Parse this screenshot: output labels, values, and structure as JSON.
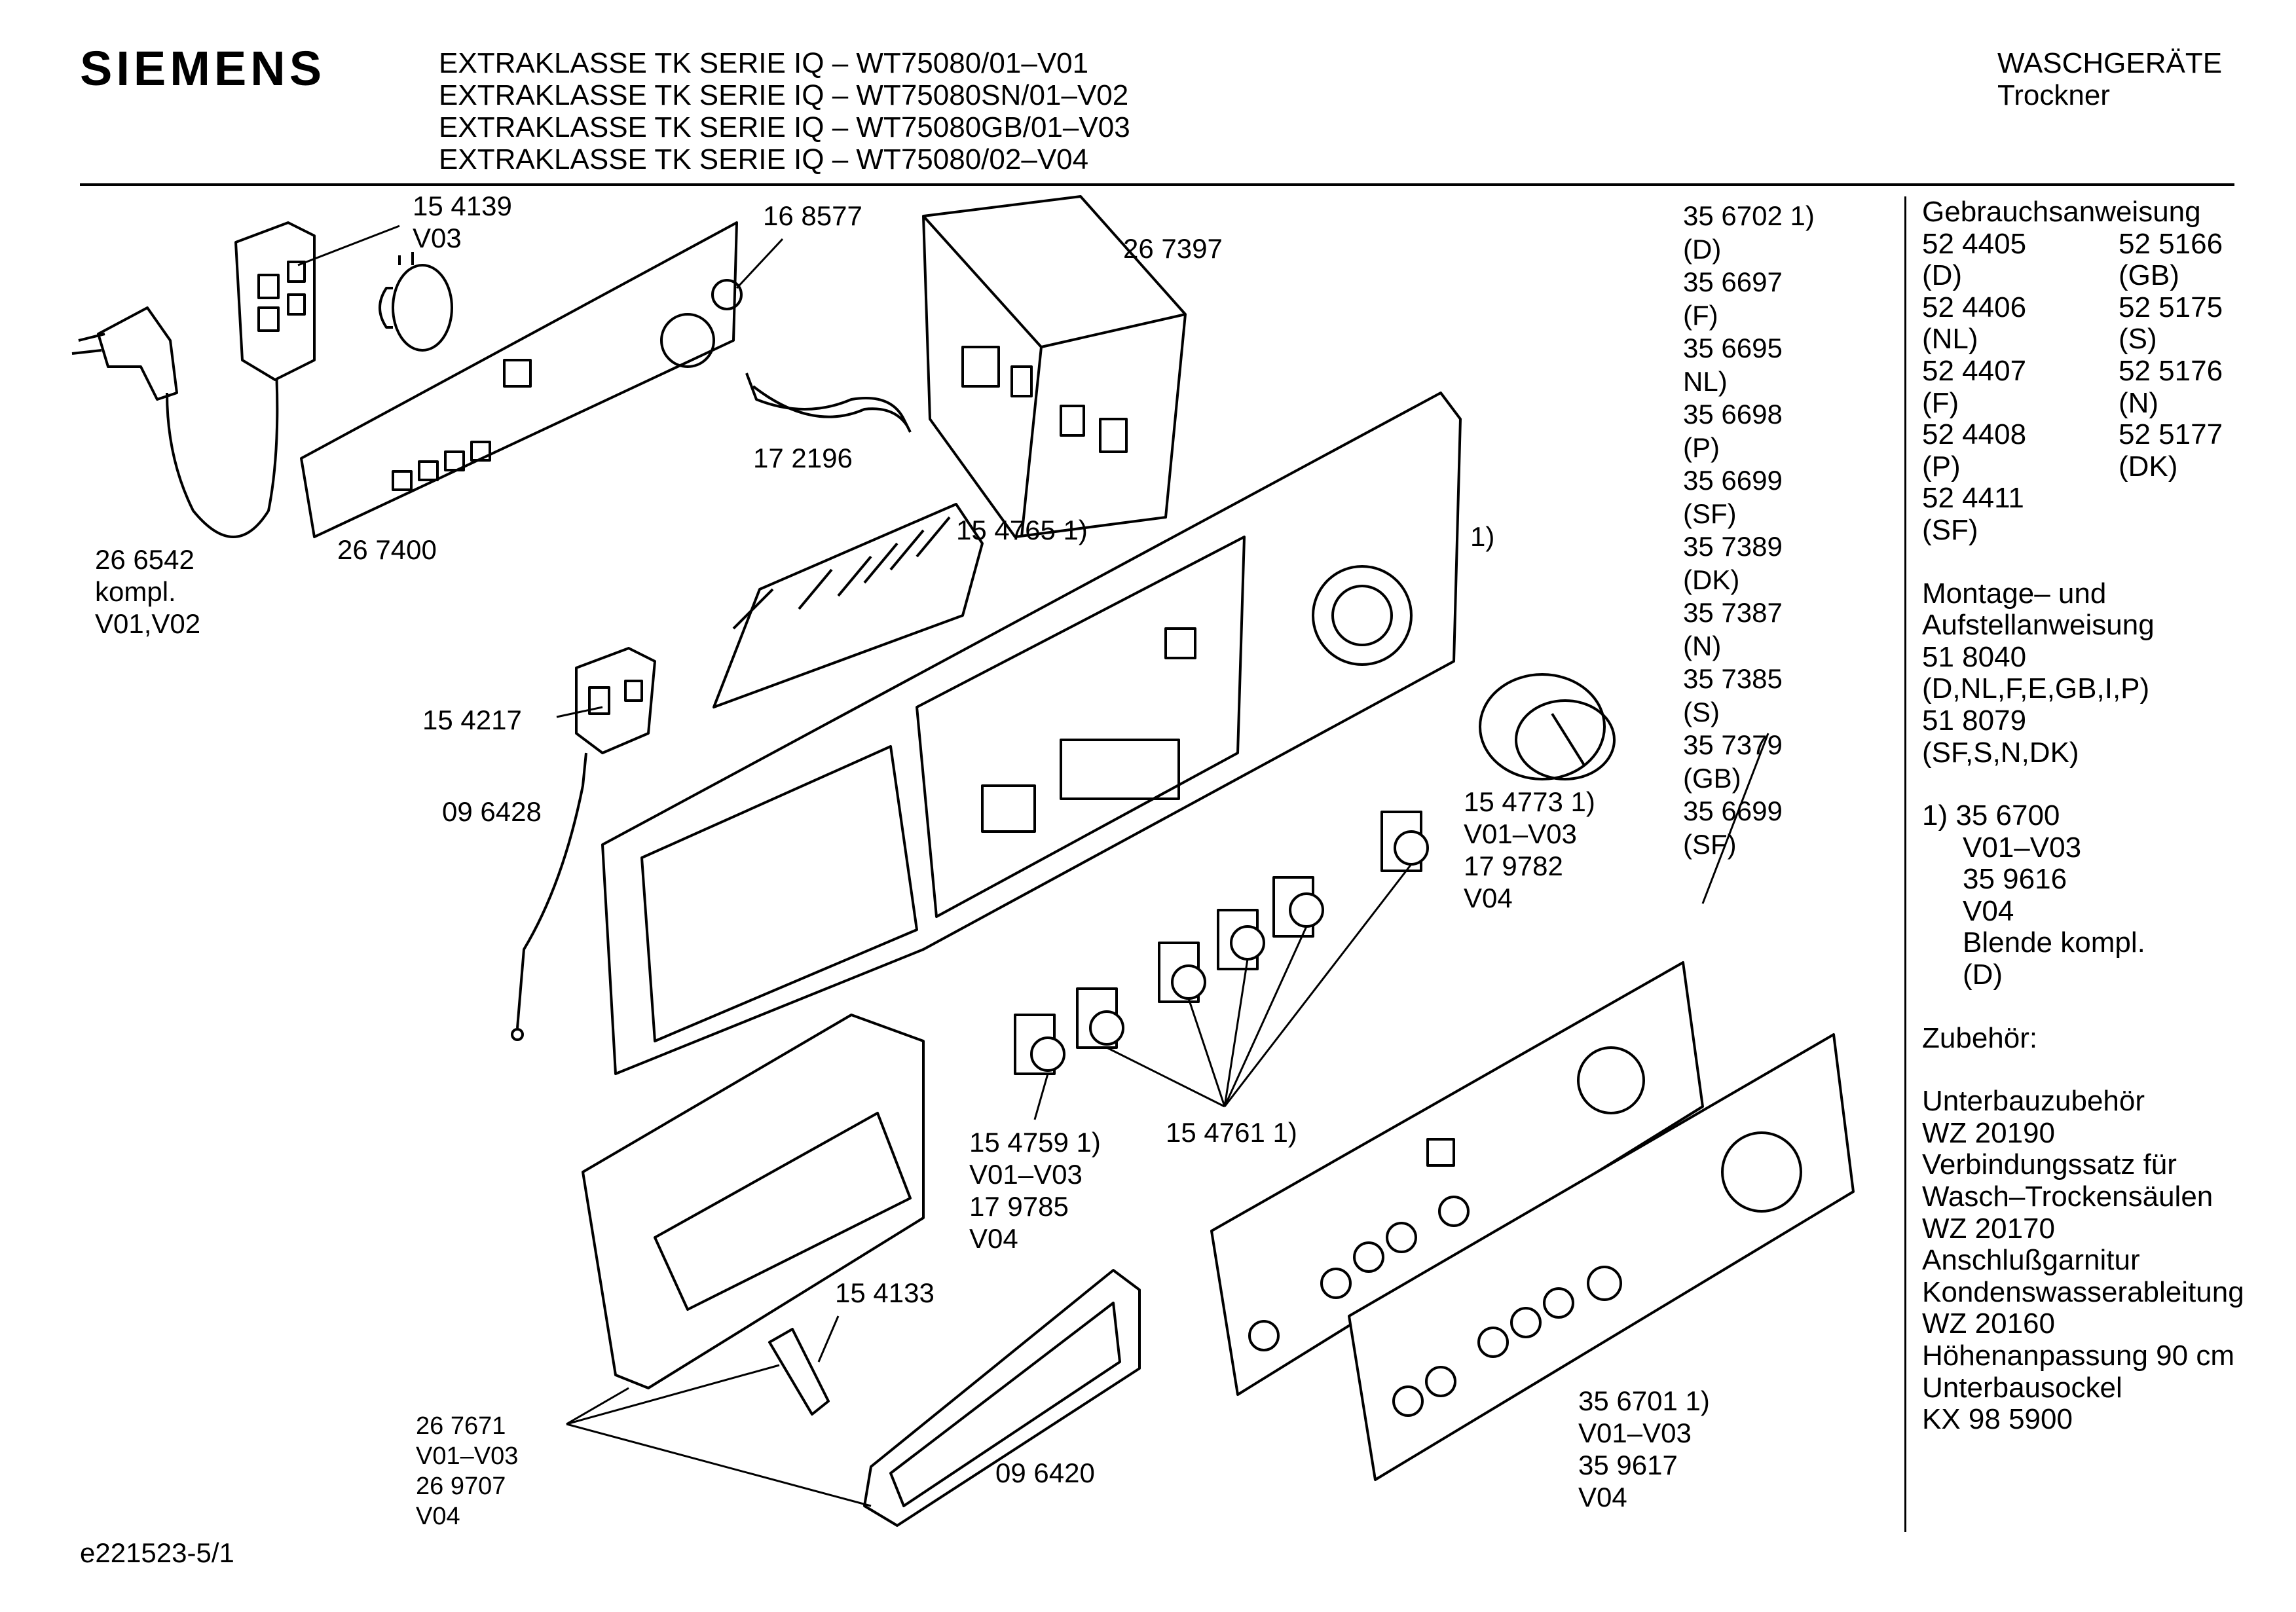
{
  "brand": "SIEMENS",
  "header": {
    "model_lines": [
      "EXTRAKLASSE TK SERIE IQ – WT75080/01–V01",
      "EXTRAKLASSE TK SERIE IQ – WT75080SN/01–V02",
      "EXTRAKLASSE TK SERIE IQ – WT75080GB/01–V03",
      "EXTRAKLASSE TK SERIE IQ – WT75080/02–V04"
    ],
    "category": "WASCHGERÄTE",
    "subcategory": "Trockner"
  },
  "labels": {
    "l154139": [
      "15 4139",
      "V03"
    ],
    "l168577": [
      "16 8577"
    ],
    "l267397": [
      "26 7397"
    ],
    "l266542": [
      "26 6542",
      "kompl.",
      "V01,V02"
    ],
    "l267400": [
      "26 7400"
    ],
    "l172196": [
      "17 2196"
    ],
    "l154765": [
      "15 4765 1)"
    ],
    "l154217": [
      "15 4217"
    ],
    "l096428": [
      "09 6428"
    ],
    "l1note": [
      "1)"
    ],
    "l154773": [
      "15 4773 1)",
      "V01–V03",
      "17 9782",
      "V04"
    ],
    "l154759": [
      "15 4759 1)",
      "V01–V03",
      "17 9785",
      "V04"
    ],
    "l154761": [
      "15 4761 1)"
    ],
    "l154133": [
      "15 4133"
    ],
    "l267671": [
      "26 7671",
      "V01–V03",
      "26 9707",
      "V04"
    ],
    "l096420": [
      "09 6420"
    ],
    "l356701": [
      "35 6701 1)",
      "V01–V03",
      "35 9617",
      "V04"
    ],
    "lang_panels": [
      "35 6702 1)",
      "(D)",
      "35 6697",
      "(F)",
      "35 6695",
      "NL)",
      "35 6698",
      "(P)",
      "35 6699",
      "(SF)",
      "35 7389",
      "(DK)",
      "35 7387",
      "(N)",
      "35 7385",
      "(S)",
      "35 7379",
      "(GB)",
      "35 6699",
      "(SF)"
    ]
  },
  "sidebar": {
    "manual_title": "Gebrauchsanweisung",
    "manuals": [
      [
        "52 4405",
        "52 5166"
      ],
      [
        "(D)",
        "(GB)"
      ],
      [
        "52 4406",
        "52 5175"
      ],
      [
        "(NL)",
        "(S)"
      ],
      [
        "52 4407",
        "52 5176"
      ],
      [
        "(F)",
        "(N)"
      ],
      [
        "52 4408",
        "52 5177"
      ],
      [
        "(P)",
        "(DK)"
      ],
      [
        "52 4411",
        ""
      ],
      [
        "(SF)",
        ""
      ]
    ],
    "mount_title_1": "Montage– und",
    "mount_title_2": "Aufstellanweisung",
    "mount_items": [
      "51 8040",
      "(D,NL,F,E,GB,I,P)",
      "51 8079",
      "(SF,S,N,DK)"
    ],
    "note_1": "1)  35 6700",
    "note_lines": [
      "V01–V03",
      "35 9616",
      "V04",
      "Blende kompl.",
      "(D)"
    ],
    "accessories_title": "Zubehör:",
    "accessories": [
      "Unterbauzubehör",
      "WZ 20190",
      "Verbindungssatz für",
      "Wasch–Trockensäulen",
      "WZ 20170",
      "Anschlußgarnitur",
      "Kondenswasserableitung",
      "WZ 20160",
      "Höhenanpassung 90 cm",
      "Unterbausockel",
      "KX 98 5900"
    ]
  },
  "footer": "e221523-5/1"
}
